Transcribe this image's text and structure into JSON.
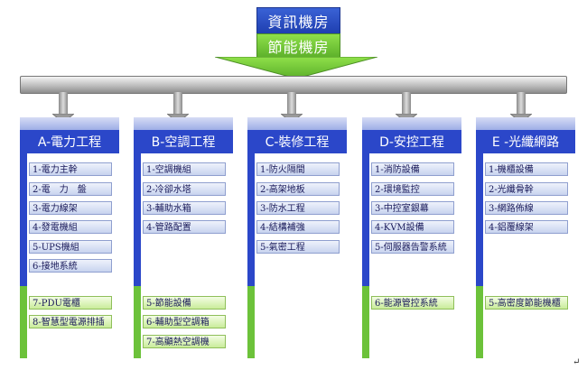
{
  "top": {
    "it_room": "資訊機房",
    "eco_room": "節能機房"
  },
  "columns": [
    {
      "title": "A-電力工程",
      "items": [
        "1-電力主幹",
        "2-電　力　盤",
        "3-電力線架",
        "4-發電機組",
        "5-UPS機組",
        "6-接地系統"
      ],
      "green_items": [
        "7-PDU電櫃",
        "8-智慧型電源排插"
      ]
    },
    {
      "title": "B-空調工程",
      "items": [
        "1-空調機組",
        "2-冷卻水塔",
        "3-輔助水箱",
        "4-管路配置"
      ],
      "green_items": [
        "5-節能設備",
        "6-輔助型空調箱",
        "7-高顯熱空調機"
      ]
    },
    {
      "title": "C-裝修工程",
      "items": [
        "1-防火隔間",
        "2-高架地板",
        "3-防水工程",
        "4-結構補強",
        "5-氣密工程"
      ],
      "green_items": []
    },
    {
      "title": "D-安控工程",
      "items": [
        "1-消防設備",
        "2-環境監控",
        "3-中控室銀幕",
        "4-KVM設備",
        "5-伺服器告警系統"
      ],
      "green_items": [
        "6-能源管控系統"
      ]
    },
    {
      "title": "E -光纖網路",
      "items": [
        "1-機櫃設備",
        "2-光纖骨幹",
        "3-網路佈線",
        "4-鋁覆線架"
      ],
      "green_items": [
        "5-高密度節能機櫃"
      ]
    }
  ],
  "corner_mark": "↵"
}
